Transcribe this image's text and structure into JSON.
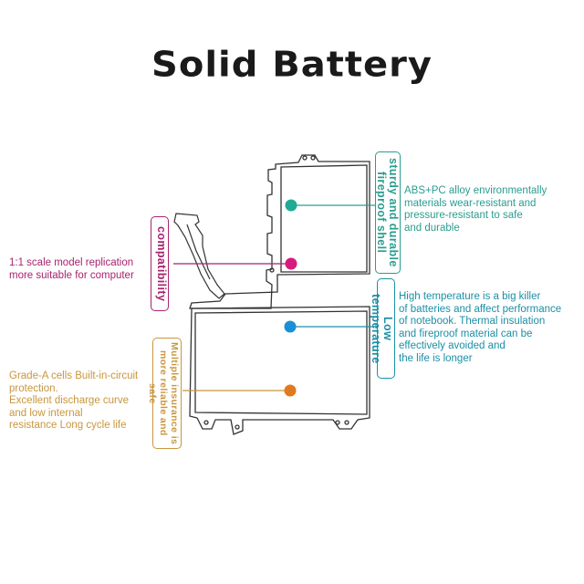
{
  "title": "Solid Battery",
  "colors": {
    "teal": "#2a9d8f",
    "blue": "#1b8fa6",
    "magenta": "#a8226f",
    "gold": "#c8963c",
    "dot_teal": "#1fab96",
    "dot_magenta": "#d61a7f",
    "dot_blue": "#1a8fd6",
    "dot_orange": "#e07a1f",
    "outline": "#333333"
  },
  "callouts": {
    "shell": {
      "label_lines": [
        "sturdy and durable",
        "fireproof shell"
      ],
      "description": [
        "ABS+PC alloy environmentally",
        "materials wear-resistant and",
        "pressure-resistant to safe",
        "and durable"
      ]
    },
    "temperature": {
      "label": "Low temperature",
      "description": [
        "High temperature is a big killer",
        "of batteries and affect performance",
        "of notebook. Thermal insulation",
        "and fireproof material can be",
        "effectively avoided and",
        "the life is longer"
      ]
    },
    "compatibility": {
      "label": "compatibility",
      "description": [
        "1:1 scale model replication",
        "more suitable for computer"
      ]
    },
    "insurance": {
      "label_lines": [
        "Multiple insurance is",
        "more reliable and safe"
      ],
      "description": [
        "Grade-A cells Built-in-circuit",
        "protection.",
        "Excellent discharge curve",
        "and low internal",
        "resistance Long cycle life"
      ]
    }
  }
}
